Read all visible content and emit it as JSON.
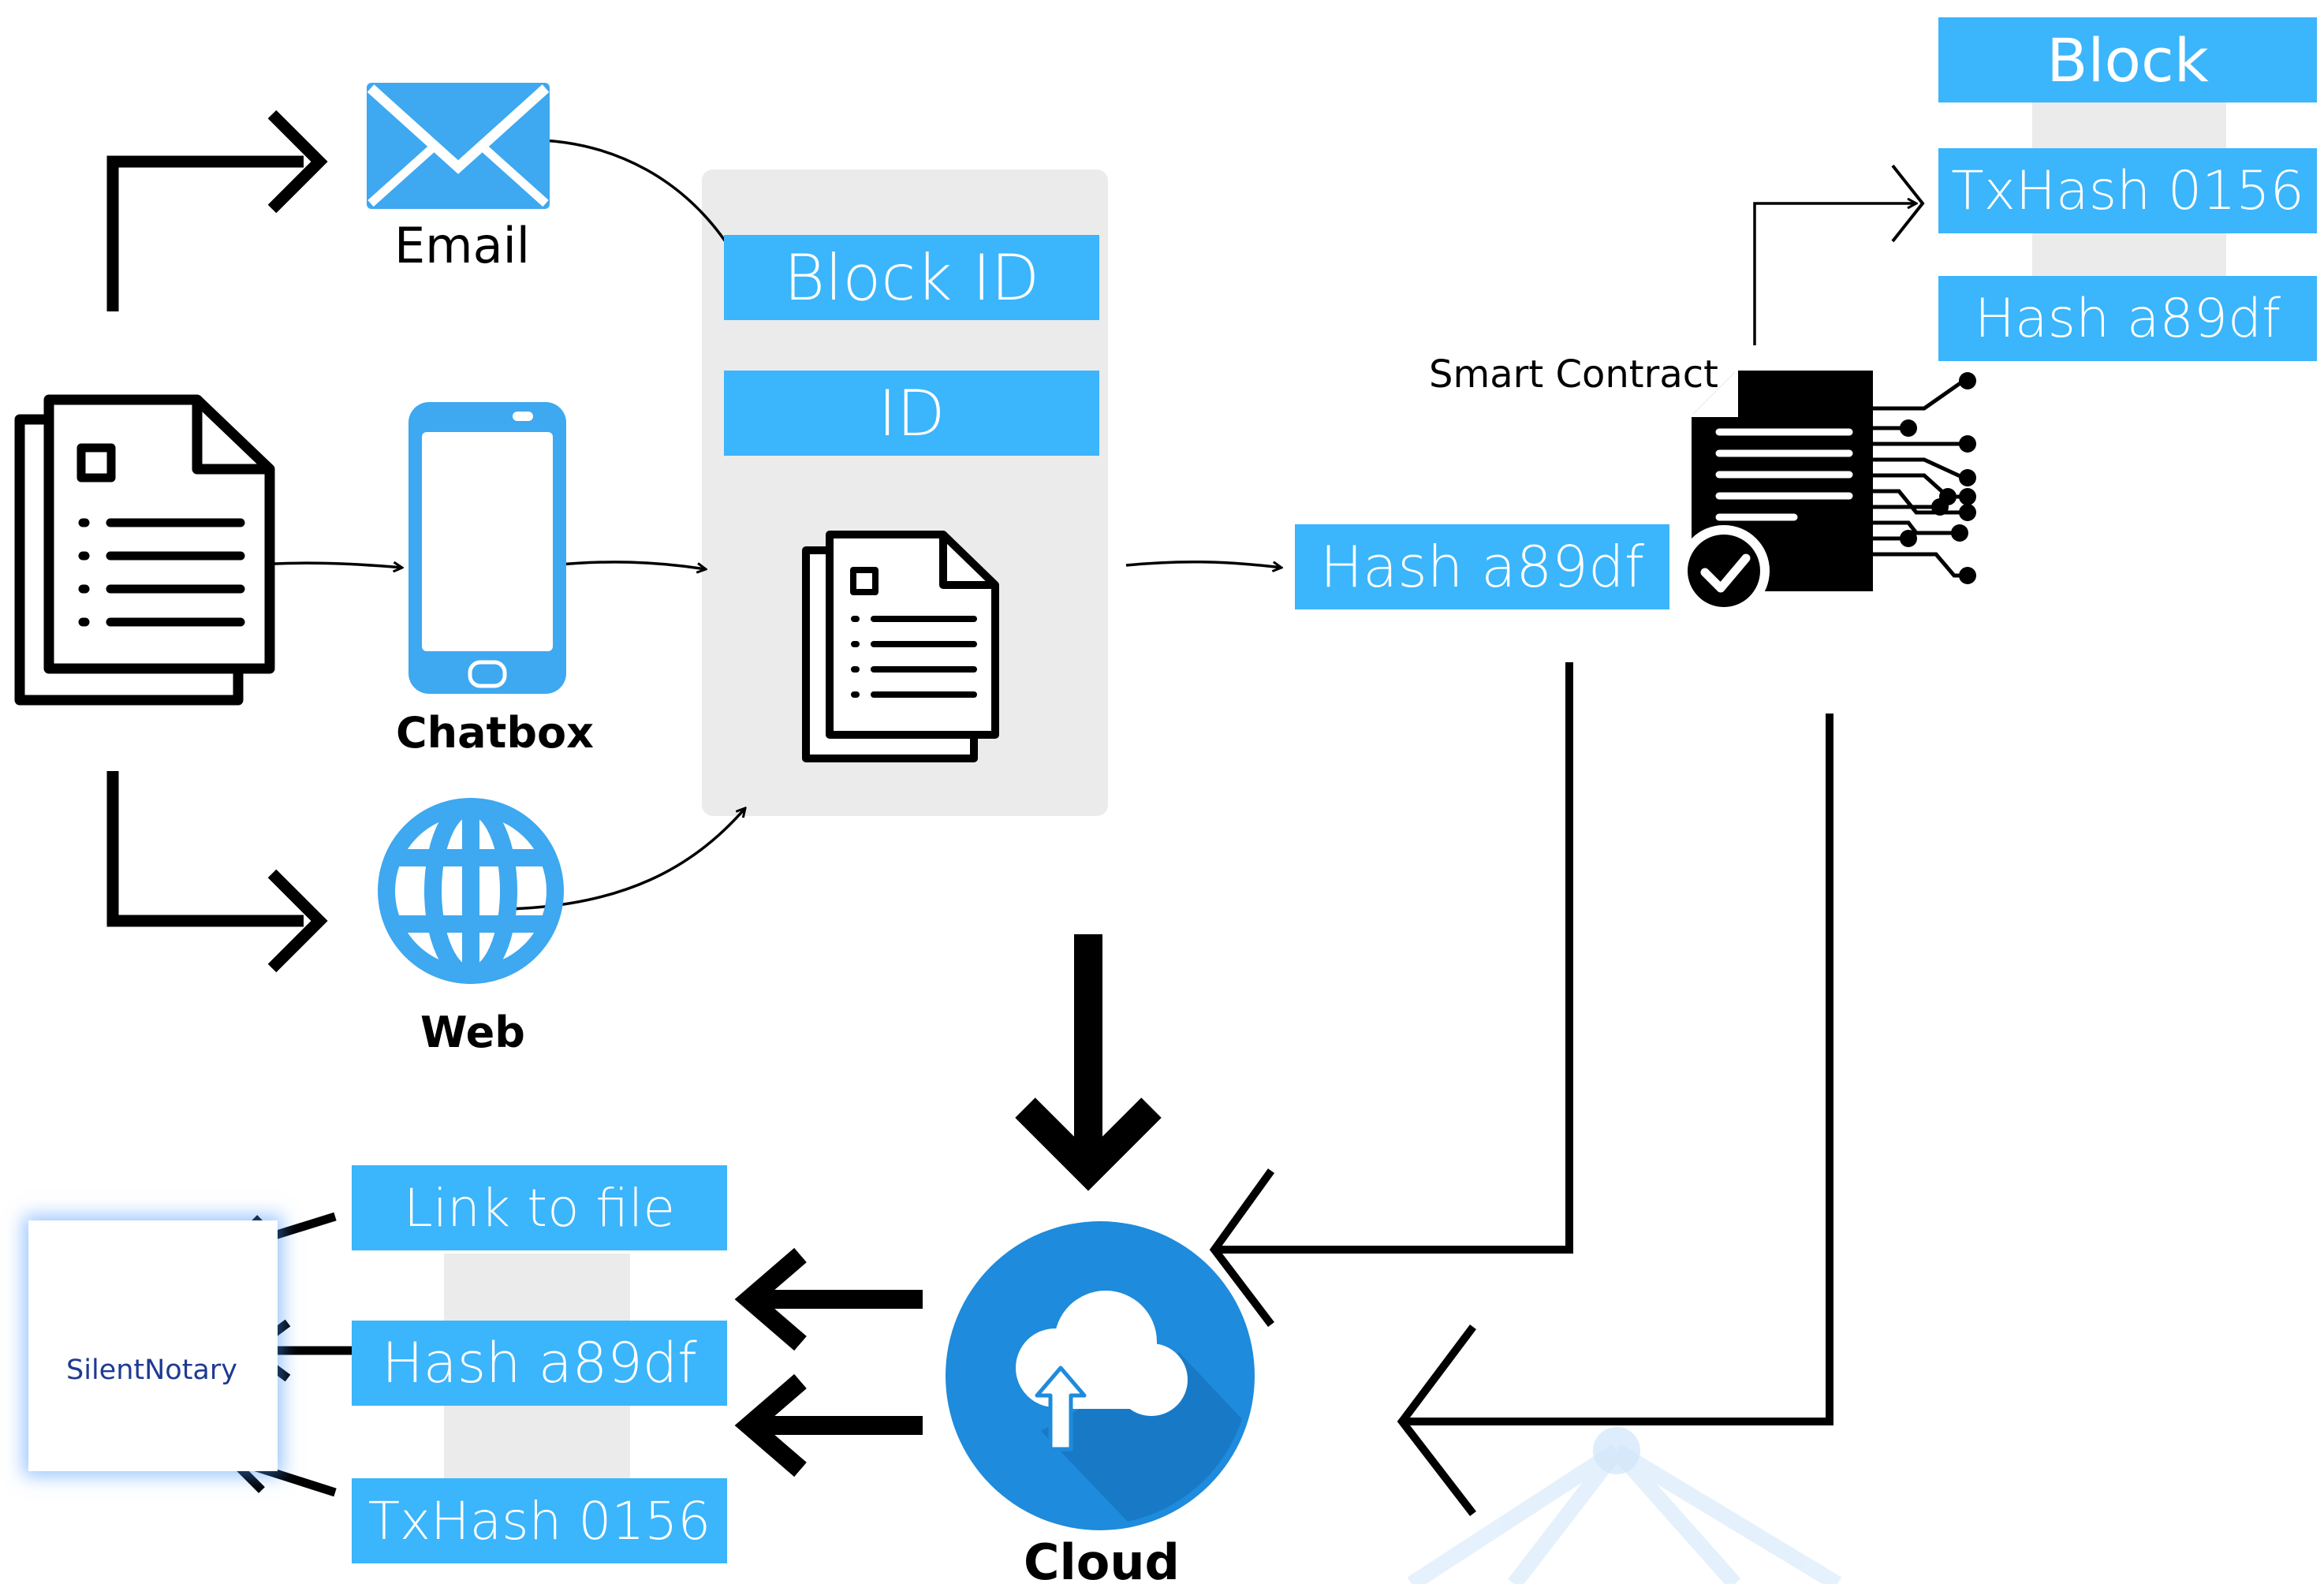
{
  "colors": {
    "accent": "#3bb5fb",
    "icon_blue": "#3ea8f0",
    "cloud_blue": "#1e8bdc",
    "panel_gray": "#ebebeb",
    "ink": "#000000"
  },
  "sources": {
    "email_label": "Email",
    "chatbox_label": "Chatbox",
    "web_label": "Web"
  },
  "block_panel": {
    "block_id": "Block ID",
    "id": "ID"
  },
  "smart_contract": {
    "label": "Smart Contract",
    "hash": "Hash a89df"
  },
  "block": {
    "title": "Block",
    "txhash": "TxHash 0156",
    "hash": "Hash a89df"
  },
  "cloud": {
    "label": "Cloud"
  },
  "outputs": {
    "link": "Link to file",
    "hash": "Hash a89df",
    "txhash": "TxHash 0156"
  },
  "brand": {
    "name": "SilentNotary"
  },
  "icons": [
    "envelope-icon",
    "smartphone-icon",
    "globe-icon",
    "document-stack-icon",
    "smart-contract-icon",
    "check-badge-icon",
    "cloud-upload-icon",
    "silentnotary-logo-icon"
  ]
}
